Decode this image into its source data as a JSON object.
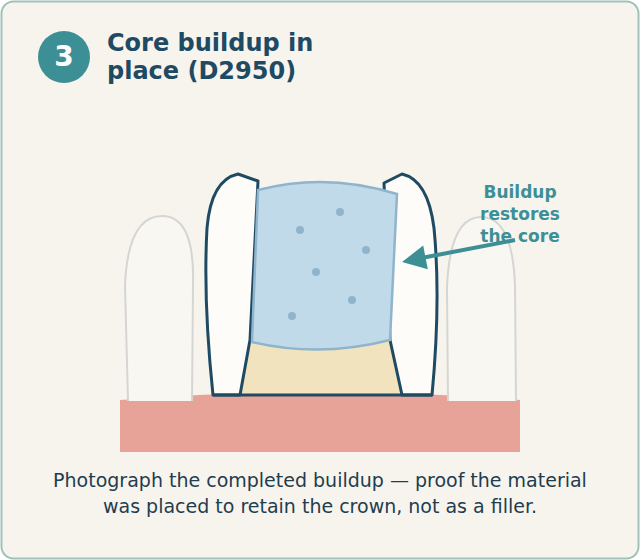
{
  "diagram": {
    "title": "Core buildup in place (D2950)",
    "caption": "Photograph the completed buildup — proof the material was placed to retain the crown, not as a filler.",
    "nodes": [
      {
        "text": [
          "3"
        ]
      }
    ],
    "labels": [
      "Buildup restores the core"
    ]
  }
}
